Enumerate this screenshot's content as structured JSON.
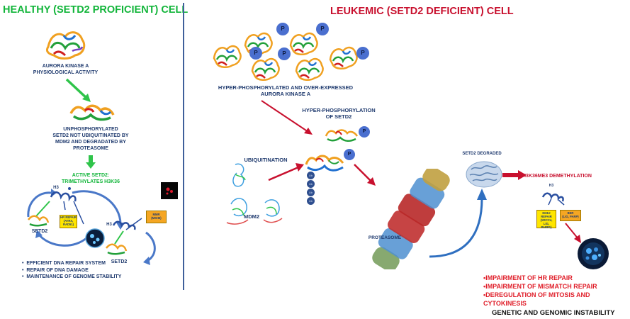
{
  "left": {
    "title": "HEALTHY (SETD2 PROFICIENT) CELL",
    "aurora_label": [
      "AURORA KINASE A",
      "PHYSIOLOGICAL ACTIVITY"
    ],
    "unphos_label": [
      "UNPHOSPHORYLATED",
      "SETD2 NOT UBIQUITINATED BY",
      "MDM2 AND DEGRADATED BY",
      "PROTEASOME"
    ],
    "active_label": [
      "ACTIVE SETD2:",
      "TRIMETHYLATES H3K36"
    ],
    "h3_label_1": "H3",
    "h3_label_2": "H3",
    "setd2_label_1": "SETD2",
    "setd2_label_2": "SETD2",
    "hr_box": [
      "HR REPAIR",
      "(ATRX,",
      "RAD51)"
    ],
    "mmr_box": [
      "MMR",
      "(MSH6)"
    ],
    "bullets": [
      "EFFICIENT DNA REPAIR SYSTEM",
      "REPAIR OF DNA DAMAGE",
      "MAINTENANCE OF GENOME STABILITY"
    ]
  },
  "right": {
    "title": "LEUKEMIC (SETD2 DEFICIENT) CELL",
    "hyper_aurora_label": [
      "HYPER-PHOSPHORYLATED AND OVER-EXPRESSED",
      "AURORA KINASE A"
    ],
    "hyper_setd2_label": [
      "HYPER-PHOSPHORYLATION",
      "OF SETD2"
    ],
    "ubiquitination_label": "UBIQUITINATION",
    "mdm2_label": "MDM2",
    "proteasome_label": "PROTEASOME",
    "degraded_label": "SETD2 DEGRADED",
    "demethylation_label": "H3K36ME3 DEMETHYLATION",
    "h3_label": "H3",
    "nhej_box": [
      "NHEJ",
      "REPAIR",
      "(XRCC4, LIG,",
      "PARP1)"
    ],
    "ber_box": [
      "BER",
      "(LIG, PARP)"
    ],
    "phospho_symbol": "P",
    "ubiquitin_symbol": "Ub",
    "red_list": [
      "•IMPAIRMENT OF HR REPAIR",
      "•IMPAIRMENT OF MISMATCH REPAIR",
      "•DEREGULATION OF MITOSIS AND CYTOKINESIS"
    ],
    "conclusion": "GENETIC AND GENOMIC INSTABILITY"
  },
  "colors": {
    "green_title": "#12b53a",
    "red_title": "#c8102e",
    "navy_text": "#1f3a6e",
    "box_yellow": "#ffe600",
    "box_orange": "#f5a623",
    "phospho_blue": "#4a6fcf",
    "arrow_green": "#2fc44a",
    "arrow_red": "#c8102e",
    "arrow_blue": "#2f6fc0"
  }
}
